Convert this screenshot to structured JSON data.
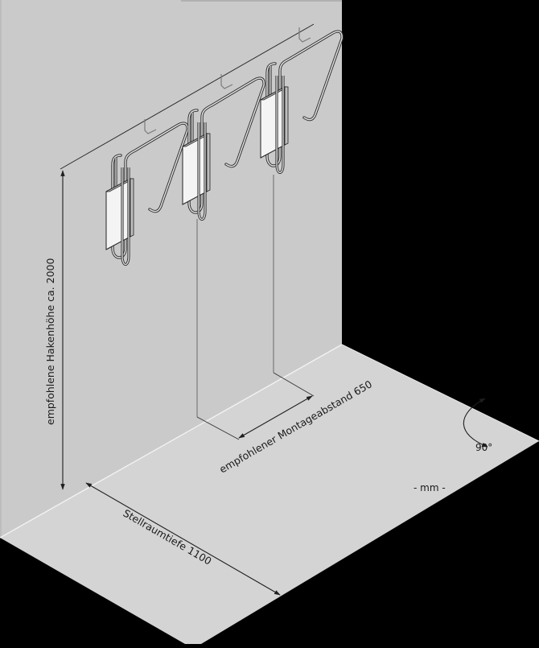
{
  "diagram": {
    "type": "isometric-installation-drawing",
    "subject": "wall-mounted hooks",
    "colors": {
      "background": "#000000",
      "wall": "#cacaca",
      "floor": "#d4d4d4",
      "edge_highlight": "#f2f2f2",
      "line": "#1e1e1e",
      "guide_line": "#6a6a6a",
      "plate": "#f4f4f4"
    },
    "labels": {
      "hook_height": "empfohlene Hakenhöhe ca. 2000",
      "mounting_distance": "empfohlener Montageabstand 650",
      "depth": "Stellraumtiefe 1100",
      "angle": "90°",
      "units": "- mm -"
    },
    "hooks": [
      {
        "id": "hook-1"
      },
      {
        "id": "hook-2"
      },
      {
        "id": "hook-3"
      }
    ],
    "dimensions": {
      "hook_height_mm": 2000,
      "mounting_distance_mm": 650,
      "depth_mm": 1100,
      "angle_deg": 90
    }
  }
}
